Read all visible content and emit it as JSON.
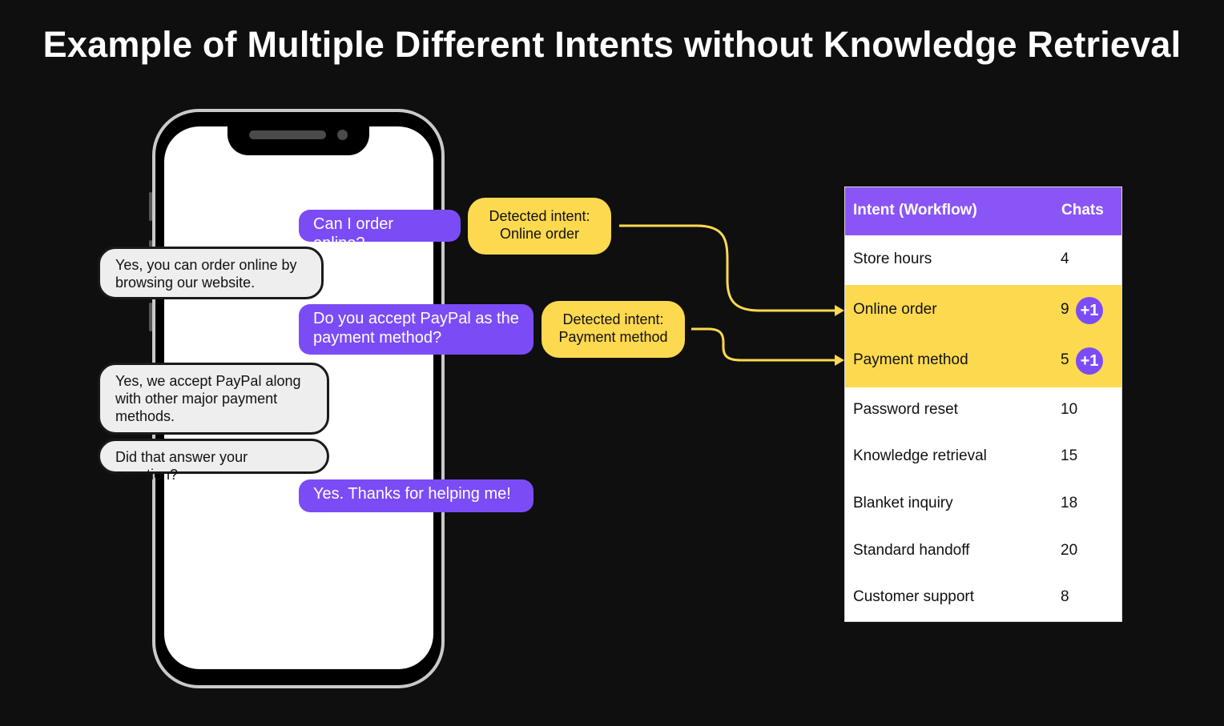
{
  "title": "Example of Multiple Different Intents without Knowledge Retrieval",
  "chat": {
    "messages": [
      {
        "from": "user",
        "text": "Can I order online?"
      },
      {
        "from": "bot",
        "text": "Yes, you can order online by browsing our website."
      },
      {
        "from": "user",
        "text": "Do you accept PayPal as the payment method?"
      },
      {
        "from": "bot",
        "text": "Yes, we accept PayPal along with other major payment methods."
      },
      {
        "from": "bot",
        "text": "Did that answer your question?"
      },
      {
        "from": "user",
        "text": "Yes. Thanks for helping me!"
      }
    ]
  },
  "intents": [
    {
      "label": "Detected intent:",
      "value": "Online order"
    },
    {
      "label": "Detected intent:",
      "value": "Payment method"
    }
  ],
  "table": {
    "headers": [
      "Intent (Workflow)",
      "Chats"
    ],
    "rows": [
      {
        "name": "Store hours",
        "chats": "4",
        "highlight": false
      },
      {
        "name": "Online order",
        "chats": "9",
        "badge": "+1",
        "highlight": true
      },
      {
        "name": "Payment method",
        "chats": "5",
        "badge": "+1",
        "highlight": true
      },
      {
        "name": "Password reset",
        "chats": "10",
        "highlight": false
      },
      {
        "name": "Knowledge retrieval",
        "chats": "15",
        "highlight": false
      },
      {
        "name": "Blanket inquiry",
        "chats": "18",
        "highlight": false
      },
      {
        "name": "Standard handoff",
        "chats": "20",
        "highlight": false
      },
      {
        "name": "Customer support",
        "chats": "8",
        "highlight": false
      }
    ]
  },
  "colors": {
    "background": "#0f0f0f",
    "user_bubble": "#7b4cf6",
    "bot_bubble": "#efeeee",
    "intent_pill": "#fdd94f",
    "table_header": "#8a55f7",
    "connector": "#fdd94f"
  }
}
